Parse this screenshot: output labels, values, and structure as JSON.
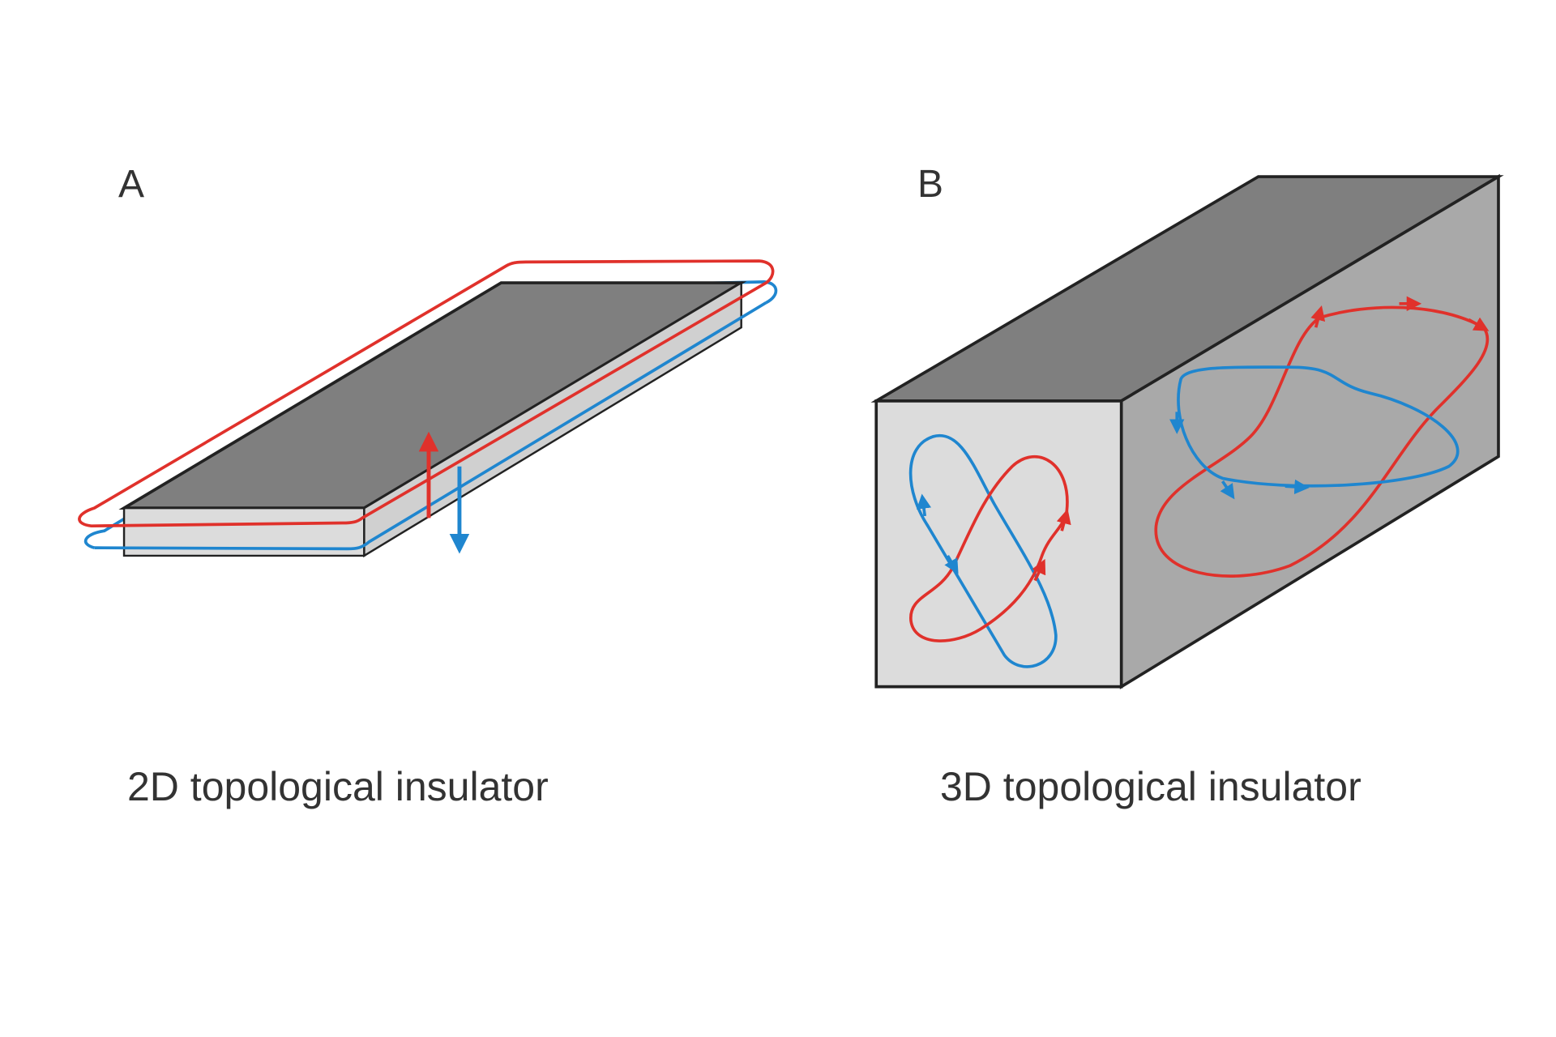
{
  "panels": [
    {
      "label": "A",
      "caption": "2D topological insulator"
    },
    {
      "label": "B",
      "caption": "3D topological insulator"
    }
  ],
  "colors": {
    "spin_up": "#e0312b",
    "spin_down": "#1f86cf",
    "top_face": "#7f7f7f",
    "side_face": "#a9a9a9",
    "front_face": "#dcdcdc"
  }
}
